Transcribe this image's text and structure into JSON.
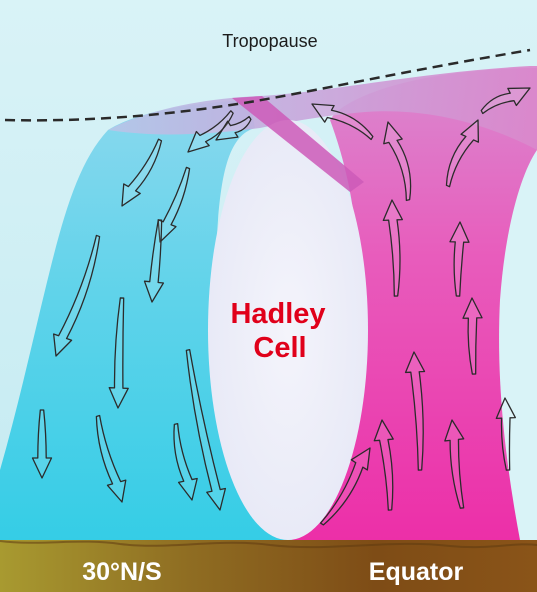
{
  "diagram": {
    "title_line_1": "Hadley",
    "title_line_2": "Cell",
    "tropopause_label": "Tropopause",
    "left_ground_label": "30°N/S",
    "right_ground_label": "Equator"
  },
  "colors": {
    "sky": "#c8ecf2",
    "descending_air": "#49cde8",
    "rising_air": "#ea3eb0",
    "upper_flow": "#c4a2d6",
    "ground": "#8a5a1c",
    "ground_dark": "#6b4012",
    "ground_light": "#a8a030",
    "cell_center": "#eeeef8",
    "title_color": "#e0001a"
  }
}
